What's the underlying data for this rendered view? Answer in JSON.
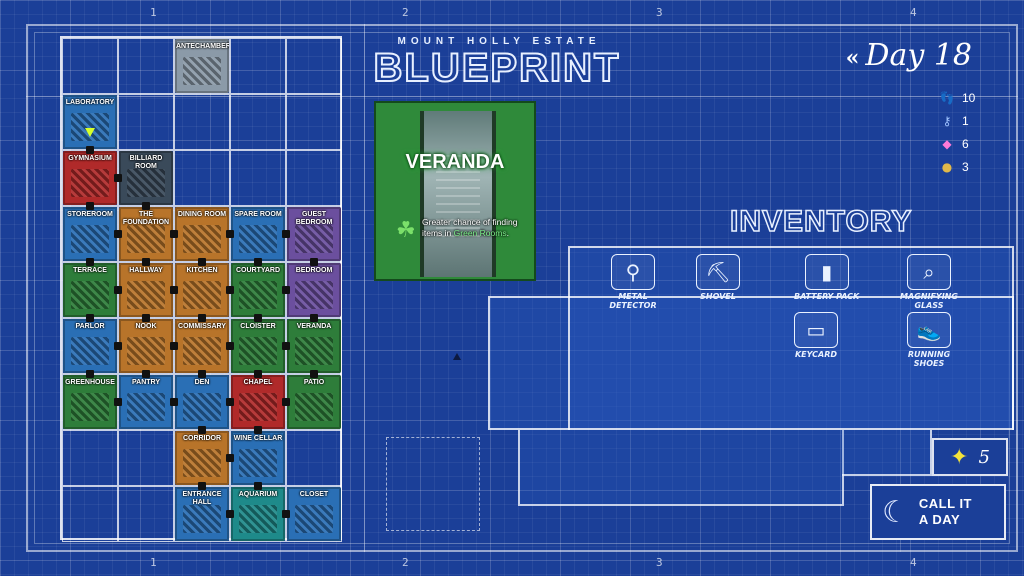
{
  "header": {
    "subtitle": "MOUNT HOLLY ESTATE",
    "title": "BLUEPRINT",
    "day_label": "Day 18",
    "back_chevron": "«"
  },
  "rulers": {
    "top": [
      "1",
      "2",
      "3",
      "4"
    ],
    "bottom": [
      "1",
      "2",
      "3",
      "4"
    ]
  },
  "stats": [
    {
      "icon": "footsteps-icon",
      "glyph": "👣",
      "value": "10"
    },
    {
      "icon": "key-icon",
      "glyph": "⚷",
      "value": "1"
    },
    {
      "icon": "gem-icon",
      "glyph": "◆",
      "value": "6"
    },
    {
      "icon": "coin-icon",
      "glyph": "●",
      "value": "3"
    }
  ],
  "colors": {
    "blueprint": "#1b3f98",
    "green_room": "#2e7d3a",
    "highlight": "#7cf08a",
    "star": "#f4e33a"
  },
  "map": {
    "rooms": [
      {
        "id": "antechamber",
        "label": "ANTECHAMBER",
        "col": 2,
        "row": 0,
        "color": "gray"
      },
      {
        "id": "laboratory",
        "label": "LABORATORY",
        "col": 0,
        "row": 1,
        "color": "blue"
      },
      {
        "id": "gymnasium",
        "label": "GYMNASIUM",
        "col": 0,
        "row": 2,
        "color": "red"
      },
      {
        "id": "billiard-room",
        "label": "BILLIARD ROOM",
        "col": 1,
        "row": 2,
        "color": "dark"
      },
      {
        "id": "storeroom",
        "label": "STOREROOM",
        "col": 0,
        "row": 3,
        "color": "blue"
      },
      {
        "id": "the-foundation",
        "label": "THE FOUNDATION",
        "col": 1,
        "row": 3,
        "color": "orange"
      },
      {
        "id": "dining-room",
        "label": "DINING ROOM",
        "col": 2,
        "row": 3,
        "color": "orange"
      },
      {
        "id": "spare-room",
        "label": "SPARE ROOM",
        "col": 3,
        "row": 3,
        "color": "blue"
      },
      {
        "id": "guest-bedroom",
        "label": "GUEST BEDROOM",
        "col": 4,
        "row": 3,
        "color": "purple"
      },
      {
        "id": "terrace",
        "label": "TERRACE",
        "col": 0,
        "row": 4,
        "color": "green"
      },
      {
        "id": "hallway",
        "label": "HALLWAY",
        "col": 1,
        "row": 4,
        "color": "orange"
      },
      {
        "id": "kitchen",
        "label": "KITCHEN",
        "col": 2,
        "row": 4,
        "color": "orange"
      },
      {
        "id": "courtyard",
        "label": "COURTYARD",
        "col": 3,
        "row": 4,
        "color": "green"
      },
      {
        "id": "bedroom",
        "label": "BEDROOM",
        "col": 4,
        "row": 4,
        "color": "purple"
      },
      {
        "id": "parlor",
        "label": "PARLOR",
        "col": 0,
        "row": 5,
        "color": "blue"
      },
      {
        "id": "nook",
        "label": "NOOK",
        "col": 1,
        "row": 5,
        "color": "orange"
      },
      {
        "id": "commissary",
        "label": "COMMISSARY",
        "col": 2,
        "row": 5,
        "color": "orange"
      },
      {
        "id": "cloister",
        "label": "CLOISTER",
        "col": 3,
        "row": 5,
        "color": "green"
      },
      {
        "id": "veranda",
        "label": "VERANDA",
        "col": 4,
        "row": 5,
        "color": "green"
      },
      {
        "id": "greenhouse",
        "label": "GREENHOUSE",
        "col": 0,
        "row": 6,
        "color": "green"
      },
      {
        "id": "pantry",
        "label": "PANTRY",
        "col": 1,
        "row": 6,
        "color": "blue"
      },
      {
        "id": "den",
        "label": "DEN",
        "col": 2,
        "row": 6,
        "color": "blue"
      },
      {
        "id": "chapel",
        "label": "CHAPEL",
        "col": 3,
        "row": 6,
        "color": "red"
      },
      {
        "id": "patio",
        "label": "PATIO",
        "col": 4,
        "row": 6,
        "color": "green"
      },
      {
        "id": "corridor",
        "label": "CORRIDOR",
        "col": 2,
        "row": 7,
        "color": "orange"
      },
      {
        "id": "wine-cellar",
        "label": "WINE CELLAR",
        "col": 3,
        "row": 7,
        "color": "blue"
      },
      {
        "id": "entrance-hall",
        "label": "ENTRANCE HALL",
        "col": 2,
        "row": 8,
        "color": "blue"
      },
      {
        "id": "aquarium",
        "label": "AQUARIUM",
        "col": 3,
        "row": 8,
        "color": "teal"
      },
      {
        "id": "closet",
        "label": "CLOSET",
        "col": 4,
        "row": 8,
        "color": "blue"
      }
    ]
  },
  "selected_room": {
    "name": "VERANDA",
    "desc_prefix": "Greater chance of finding items in ",
    "desc_highlight": "Green Rooms",
    "desc_suffix": "."
  },
  "inventory": {
    "title": "INVENTORY",
    "items": [
      {
        "id": "metal-detector",
        "label": "METAL DETECTOR",
        "glyph": "⚲"
      },
      {
        "id": "shovel",
        "label": "SHOVEL",
        "glyph": "⛏"
      },
      {
        "id": "battery-pack",
        "label": "BATTERY PACK",
        "glyph": "▮"
      },
      {
        "id": "magnifying-glass",
        "label": "MAGNIFYING GLASS",
        "glyph": "⌕"
      },
      {
        "id": "keycard",
        "label": "KEYCARD",
        "glyph": "▭"
      },
      {
        "id": "running-shoes",
        "label": "RUNNING SHOES",
        "glyph": "👟"
      }
    ]
  },
  "stars": {
    "value": "5",
    "glyph": "✦"
  },
  "call_it_a_day": {
    "line1": "CALL IT",
    "line2": "A DAY",
    "glyph": "☾"
  }
}
